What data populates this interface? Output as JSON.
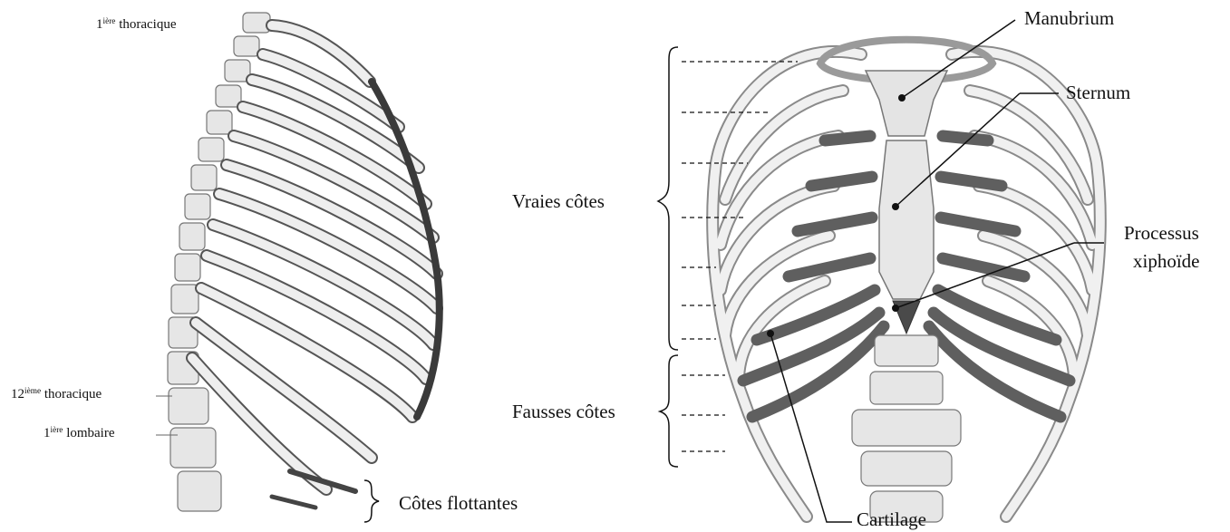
{
  "labels": {
    "first_thoracic": {
      "num": "1",
      "sup": "ière",
      "text": " thoracique"
    },
    "twelfth_thoracic": {
      "num": "12",
      "sup": "ième",
      "text": " thoracique"
    },
    "first_lumbar": {
      "num": "1",
      "sup": "ière",
      "text": " lombaire"
    },
    "floating_ribs": "Côtes flottantes",
    "true_ribs": "Vraies côtes",
    "false_ribs": "Fausses côtes",
    "manubrium": "Manubrium",
    "sternum": "Sternum",
    "xiphoid_line1": "Processus",
    "xiphoid_line2": "xiphoïde",
    "cartilage": "Cartilage"
  },
  "colors": {
    "bone_light": "#e9e9e9",
    "bone_shade": "#9a9a9a",
    "cartilage_dark": "#5a5a5a",
    "ink": "#111111"
  }
}
